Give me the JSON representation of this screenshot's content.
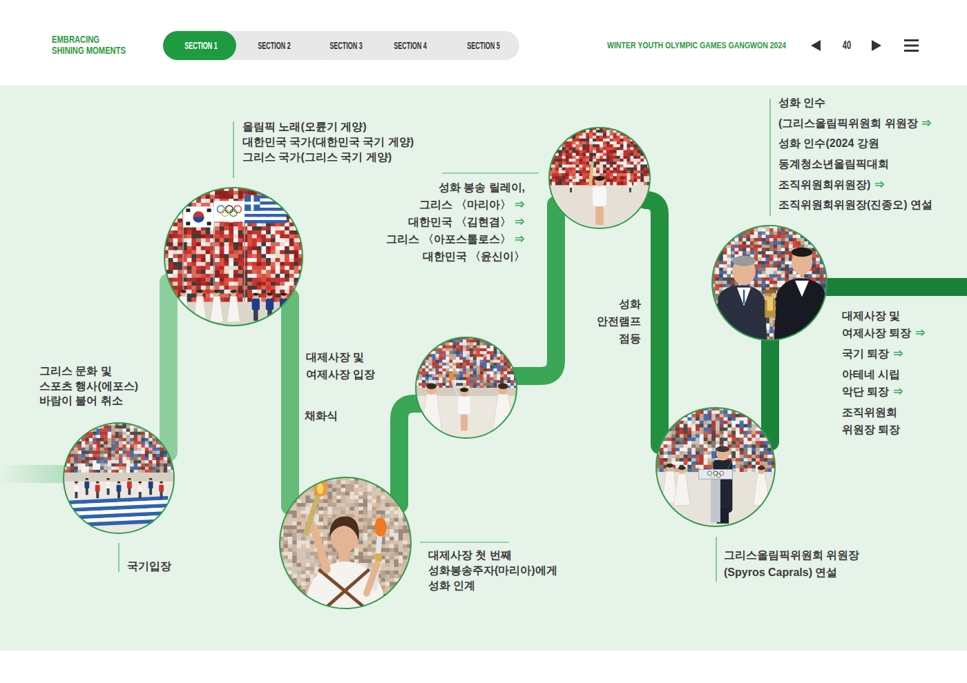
{
  "diagram": {
    "nodes": [
      {
        "text": [
          "국기입장"
        ]
      },
      {
        "text": [
          "올림픽 노래(오륜기 게양)",
          "대한민국 국가(대한민국 국기 게양)",
          "그리스 국가(그리스 국기 게양)"
        ]
      },
      {
        "text": [
          "대제사장 첫 번째 성화봉송주자(마리아)에게 성화 인계"
        ]
      },
      {
        "text": [
          "성화 봉송 릴레이,",
          "그리스 〈마리아〉 ⇒",
          "대한민국 〈김현겸〉 ⇒",
          "그리스 〈아포스톨로스〉 ⇒",
          "대한민국 〈윤신이〉"
        ]
      },
      {
        "text": [
          "그리스올림픽위원회 위원장 (Spyros Caprals) 연설"
        ]
      },
      {
        "text": [
          "성화 인수",
          "(그리스올림픽위원회 위원장 ⇒",
          "성화 인수(2024 강원 동계청소년올림픽대회 조직위원회위원장) ⇒",
          "조직위원회위원장(진종오) 연설",
          "대제사장 및 여제사장 퇴장 ⇒",
          "국기 퇴장 ⇒",
          "아테네 시립 악단 퇴장 ⇒",
          "조직위원회 위원장 퇴장"
        ]
      }
    ],
    "edges": [
      {
        "from": 0,
        "to": 1,
        "arrow": "none"
      },
      {
        "from": 1,
        "to": 2,
        "arrow": "none"
      },
      {
        "from": 2,
        "to": 3,
        "arrow": "none"
      },
      {
        "from": 3,
        "to": 4,
        "arrow": "none"
      },
      {
        "from": 4,
        "to": 5,
        "arrow": "none"
      }
    ],
    "labels": [
      "EMBRACING SHINING MOMENTS",
      "SECTION 1",
      "SECTION 2",
      "SECTION 3",
      "SECTION 4",
      "SECTION 5",
      "WINTER YOUTH OLYMPIC GAMES GANGWON 2024",
      "40",
      "그리스 문화 및 스포츠 행사(에포스) 바람이 불어 취소",
      "대제사장 및 여제사장 입장",
      "채화식",
      "성화 안전램프 점등"
    ]
  }
}
